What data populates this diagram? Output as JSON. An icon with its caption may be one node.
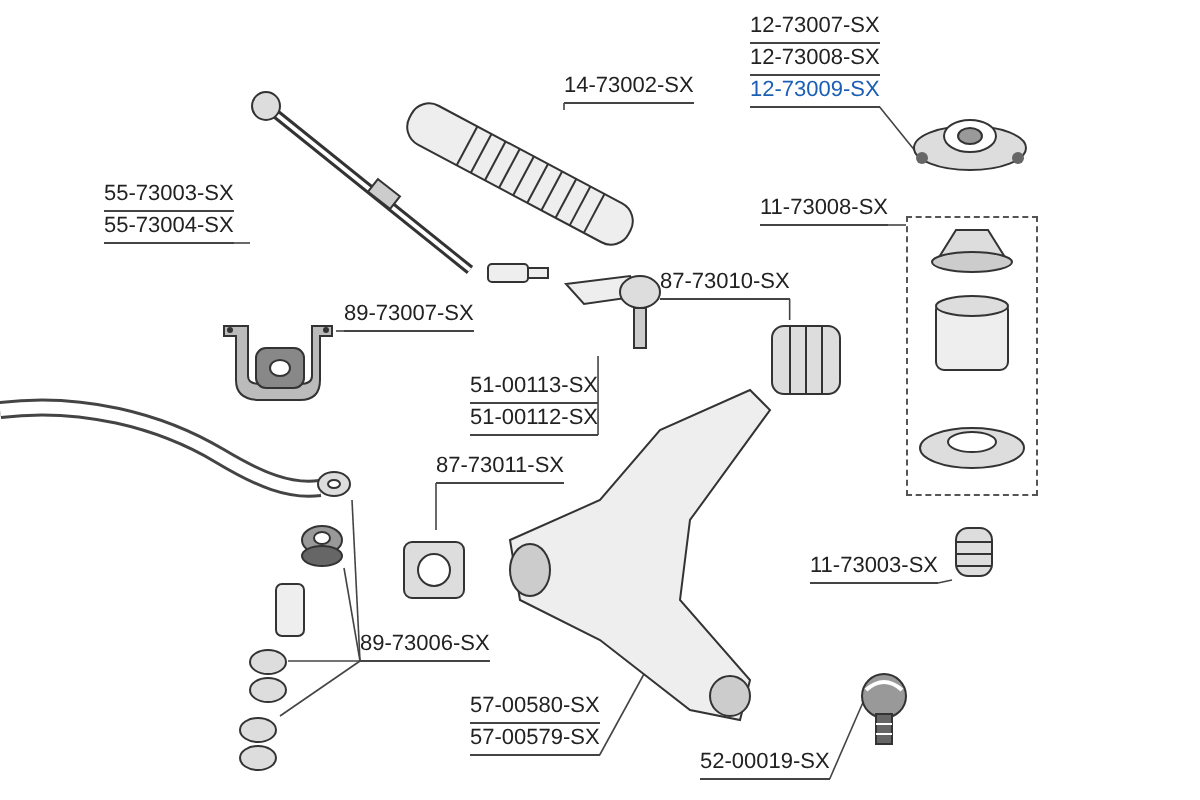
{
  "diagram": {
    "nodes": [
      {
        "text": [
          "12-73007-SX",
          "12-73008-SX",
          "12-73009-SX"
        ]
      },
      {
        "text": [],
        "shape": "picture"
      },
      {
        "text": [
          "14-73002-SX"
        ]
      },
      {
        "text": [],
        "shape": "picture"
      },
      {
        "text": [
          "55-73003-SX",
          "55-73004-SX"
        ]
      },
      {
        "text": [],
        "shape": "picture"
      },
      {
        "text": [
          "11-73008-SX"
        ]
      },
      {
        "text": [],
        "shape": "box"
      },
      {
        "text": [
          "87-73010-SX"
        ]
      },
      {
        "text": [],
        "shape": "picture"
      },
      {
        "text": [
          "89-73007-SX"
        ]
      },
      {
        "text": [],
        "shape": "picture"
      },
      {
        "text": [
          "51-00113-SX",
          "51-00112-SX"
        ]
      },
      {
        "text": [],
        "shape": "picture"
      },
      {
        "text": [
          "87-73011-SX"
        ]
      },
      {
        "text": [],
        "shape": "picture"
      },
      {
        "text": [
          "11-73003-SX"
        ]
      },
      {
        "text": [],
        "shape": "picture"
      },
      {
        "text": [
          "89-73006-SX"
        ]
      },
      {
        "text": [],
        "shape": "picture"
      },
      {
        "text": [],
        "shape": "picture"
      },
      {
        "text": [],
        "shape": "picture"
      },
      {
        "text": [],
        "shape": "picture"
      },
      {
        "text": [
          "57-00580-SX",
          "57-00579-SX"
        ]
      },
      {
        "text": [],
        "shape": "picture"
      },
      {
        "text": [
          "52-00019-SX"
        ]
      },
      {
        "text": [],
        "shape": "picture"
      }
    ],
    "edges": [
      {
        "from": 0,
        "to": 1,
        "arrow": "none"
      },
      {
        "from": 2,
        "to": 3,
        "arrow": "none"
      },
      {
        "from": 4,
        "to": 5,
        "arrow": "none"
      },
      {
        "from": 6,
        "to": 7,
        "arrow": "none"
      },
      {
        "from": 8,
        "to": 9,
        "arrow": "none"
      },
      {
        "from": 10,
        "to": 11,
        "arrow": "none"
      },
      {
        "from": 12,
        "to": 13,
        "arrow": "none"
      },
      {
        "from": 14,
        "to": 15,
        "arrow": "none"
      },
      {
        "from": 16,
        "to": 17,
        "arrow": "none"
      },
      {
        "from": 18,
        "to": 19,
        "arrow": "none"
      },
      {
        "from": 18,
        "to": 20,
        "arrow": "none"
      },
      {
        "from": 18,
        "to": 21,
        "arrow": "none"
      },
      {
        "from": 18,
        "to": 22,
        "arrow": "none"
      },
      {
        "from": 23,
        "to": 24,
        "arrow": "none"
      },
      {
        "from": 25,
        "to": 26,
        "arrow": "none"
      }
    ]
  }
}
